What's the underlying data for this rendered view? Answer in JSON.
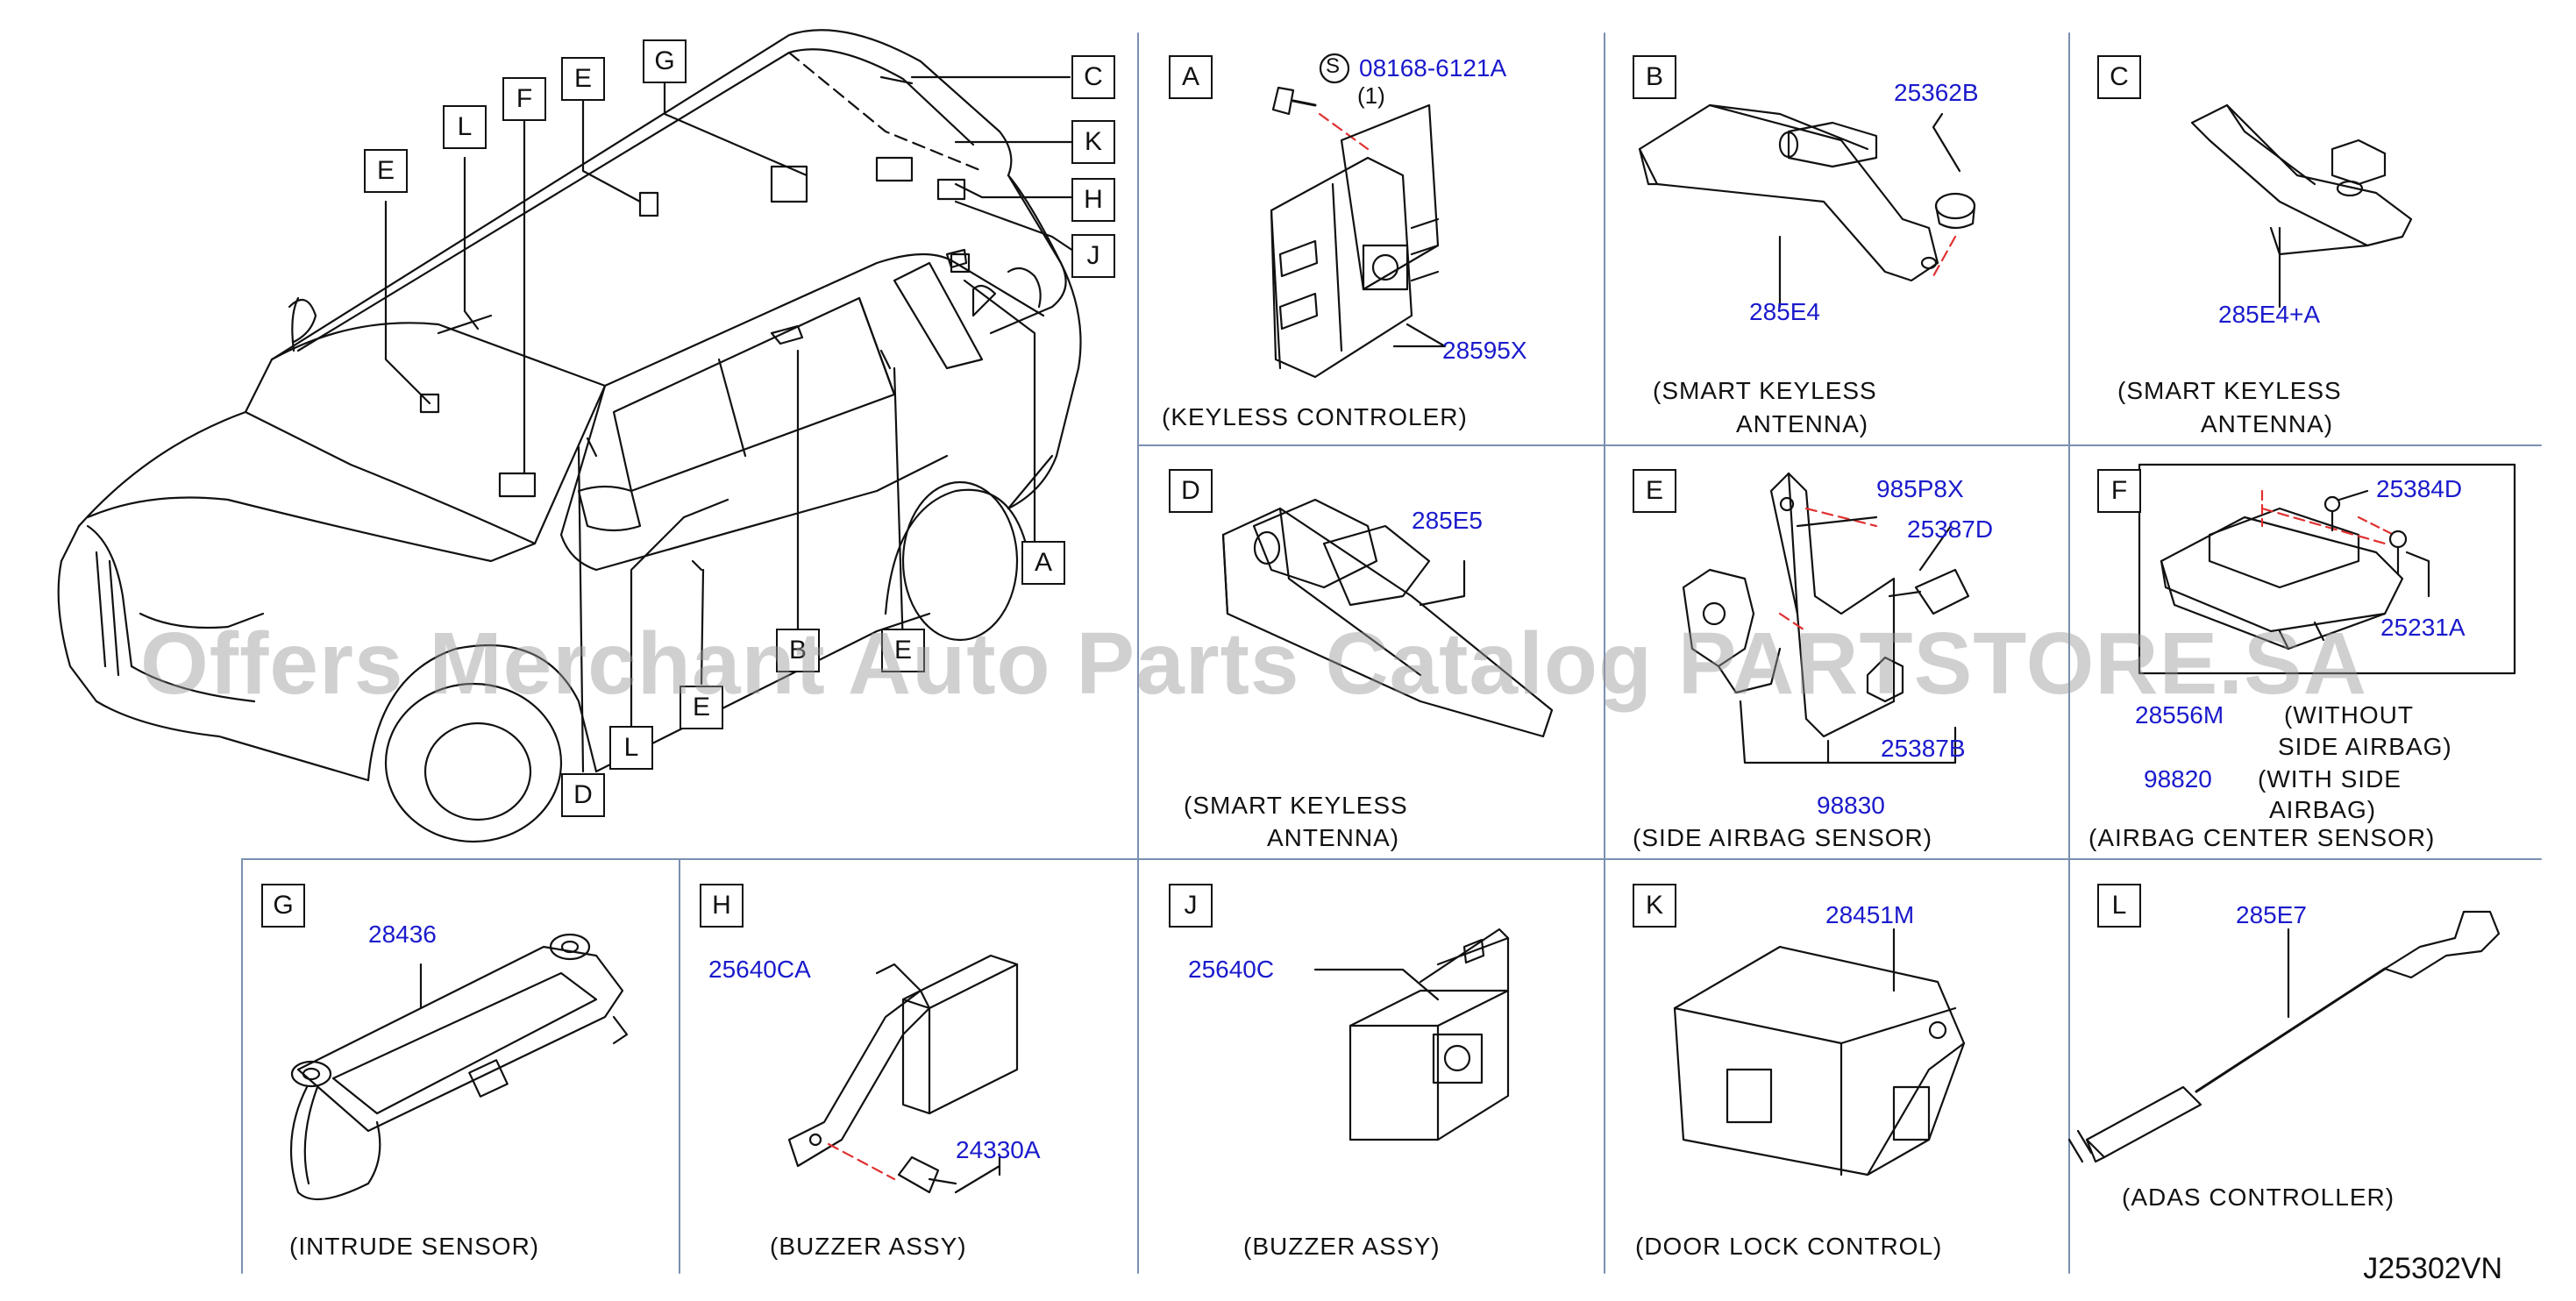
{
  "car": {
    "callouts": [
      "A",
      "B",
      "C",
      "D",
      "E",
      "E",
      "E",
      "E",
      "F",
      "G",
      "H",
      "J",
      "K",
      "L",
      "L"
    ]
  },
  "panels": {
    "A": {
      "letter": "A",
      "parts": [
        "08168-6121A",
        "(1)",
        "28595X"
      ],
      "screw_symbol": "S",
      "caption": "(KEYLESS   CONTROLER)"
    },
    "B": {
      "letter": "B",
      "parts": [
        "25362B",
        "285E4"
      ],
      "caption_lines": [
        "(SMART   KEYLESS",
        "ANTENNA)"
      ]
    },
    "C": {
      "letter": "C",
      "parts": [
        "285E4+A"
      ],
      "caption_lines": [
        "(SMART   KEYLESS",
        "ANTENNA)"
      ]
    },
    "D": {
      "letter": "D",
      "parts": [
        "285E5"
      ],
      "caption_lines": [
        "(SMART   KEYLESS",
        "ANTENNA)"
      ]
    },
    "E": {
      "letter": "E",
      "parts": [
        "985P8X",
        "25387D",
        "25387B",
        "98830"
      ],
      "caption": "(SIDE   AIRBAG   SENSOR)"
    },
    "F": {
      "letter": "F",
      "parts": [
        "25384D",
        "25231A",
        "28556M",
        "98820"
      ],
      "notes": [
        "(WITHOUT",
        "SIDE   AIRBAG)",
        "(WITH   SIDE",
        "AIRBAG)"
      ],
      "caption": "(AIRBAG   CENTER   SENSOR)"
    },
    "G": {
      "letter": "G",
      "parts": [
        "28436"
      ],
      "caption": "(INTRUDE   SENSOR)"
    },
    "H": {
      "letter": "H",
      "parts": [
        "25640CA",
        "24330A"
      ],
      "caption": "(BUZZER   ASSY)"
    },
    "J": {
      "letter": "J",
      "parts": [
        "25640C"
      ],
      "caption": "(BUZZER   ASSY)"
    },
    "K": {
      "letter": "K",
      "parts": [
        "28451M"
      ],
      "caption": "(DOOR   LOCK   CONTROL)"
    },
    "L": {
      "letter": "L",
      "parts": [
        "285E7"
      ],
      "caption": "(ADAS   CONTROLLER)"
    }
  },
  "watermark": "Offers Merchant Auto Parts Catalog PARTSTORE.SA",
  "diagram_code": "J25302VN",
  "colors": {
    "part_number": "#1a1acc",
    "line": "#111111",
    "dash": "#e03030"
  }
}
